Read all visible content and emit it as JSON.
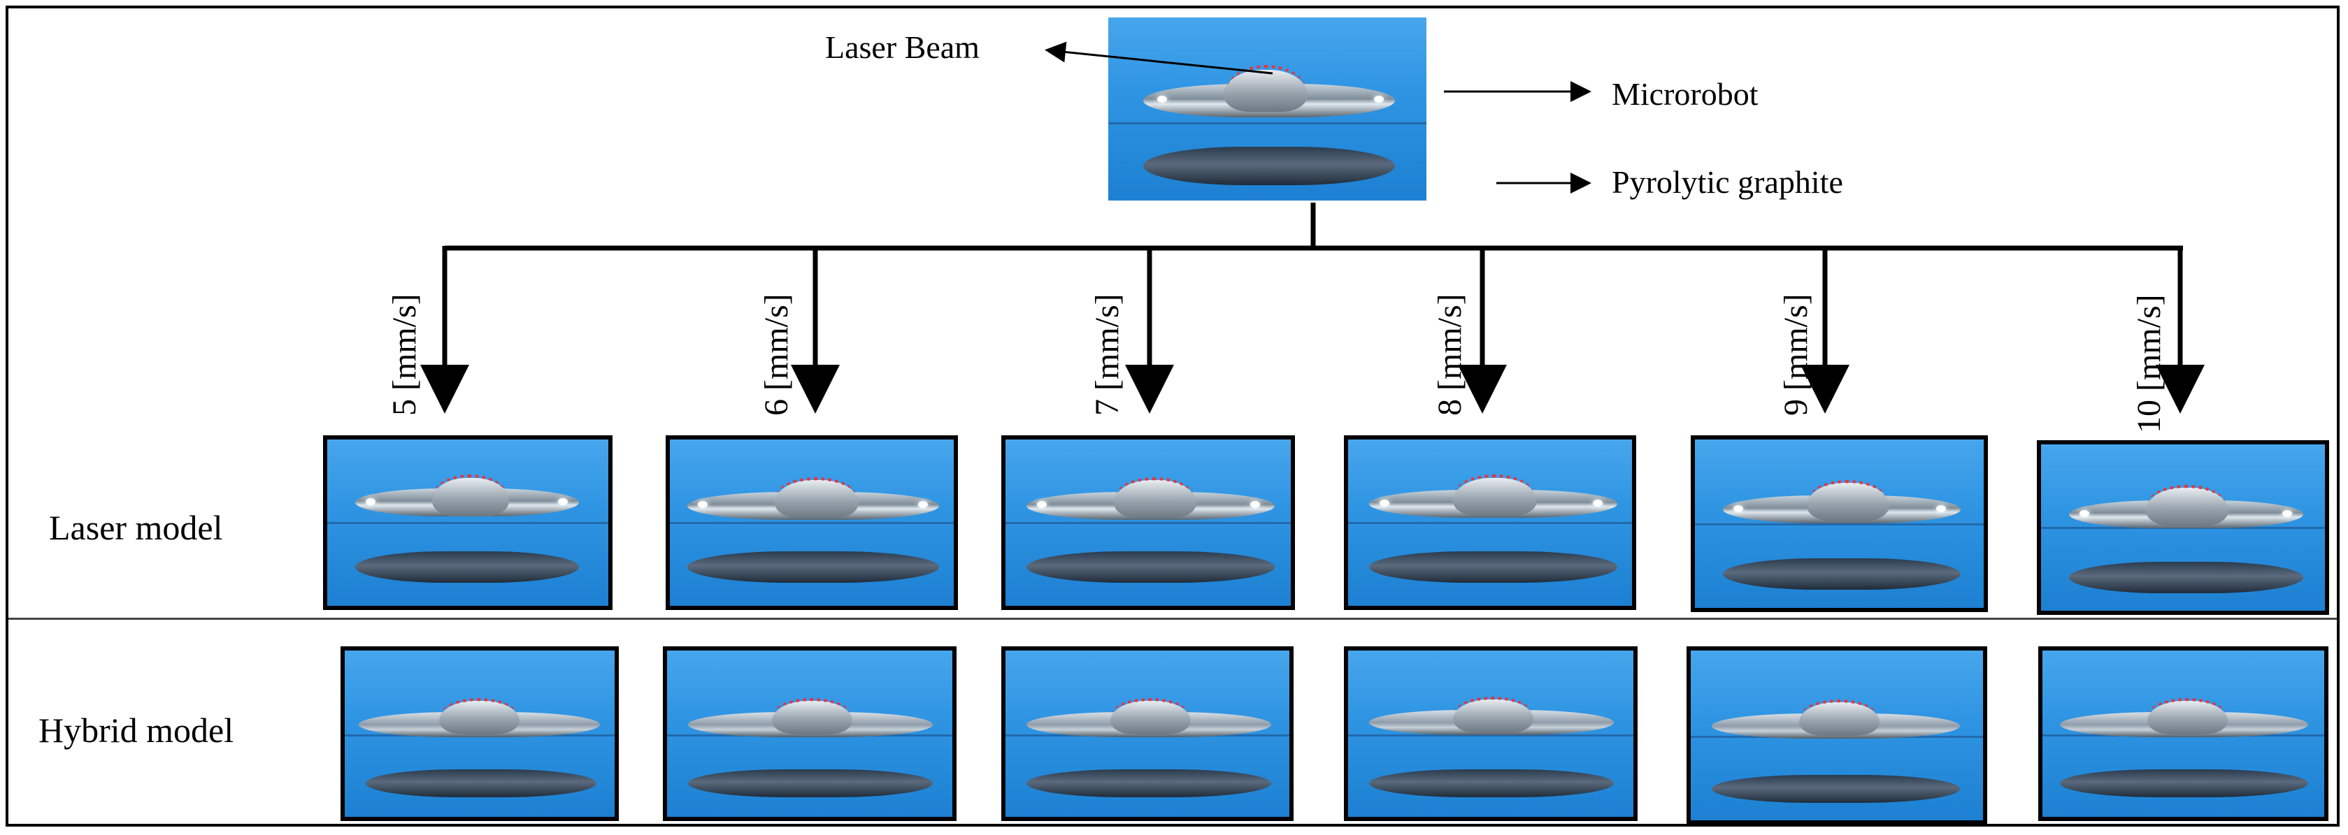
{
  "header": {
    "laser_beam": "Laser Beam",
    "microrobot": "Microrobot",
    "pyrolytic_graphite": "Pyrolytic graphite"
  },
  "speeds": [
    "5 [mm/s]",
    "6 [mm/s]",
    "7 [mm/s]",
    "8 [mm/s]",
    "9 [mm/s]",
    "10 [mm/s]"
  ],
  "rows": {
    "laser": "Laser model",
    "hybrid": "Hybrid model"
  },
  "colors": {
    "photo_background": "#2f95e3",
    "laser_glow": "#e8343e",
    "line": "#000000"
  },
  "icons": {
    "arrow": "arrow-right-icon",
    "down_arrow": "arrow-down-icon"
  }
}
